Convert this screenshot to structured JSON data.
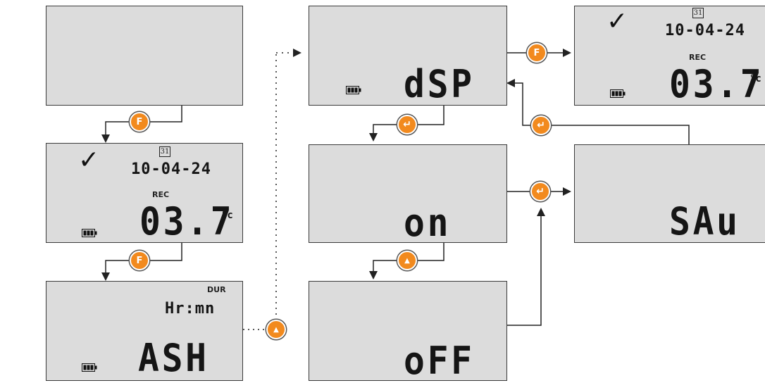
{
  "screens": {
    "blank": {},
    "rec": {
      "calendar": "31",
      "date": "10-04-24",
      "status": "REC",
      "value": "03.7",
      "unit": "°c",
      "check": "✓"
    },
    "dur": {
      "label": "DUR",
      "sub": "Hr:mn",
      "value": "ASH"
    },
    "dsp": {
      "value": "dSP"
    },
    "rec2": {
      "calendar": "31",
      "date": "10-04-24",
      "status": "REC",
      "value": "03.7",
      "unit": "°c",
      "check": "✓"
    },
    "on": {
      "value": "on"
    },
    "off": {
      "value": "oFF"
    },
    "sav": {
      "value": "SAu"
    }
  },
  "buttons": {
    "f_label": "F",
    "enter_symbol": "↵",
    "up_symbol": "▲"
  },
  "icons": {
    "battery": "battery-icon",
    "enter": "enter-icon",
    "up": "up-arrow-icon",
    "calendar": "calendar-icon",
    "check": "check-icon"
  },
  "colors": {
    "button": "#f28a1e",
    "lcd": "#dcdcdc"
  }
}
